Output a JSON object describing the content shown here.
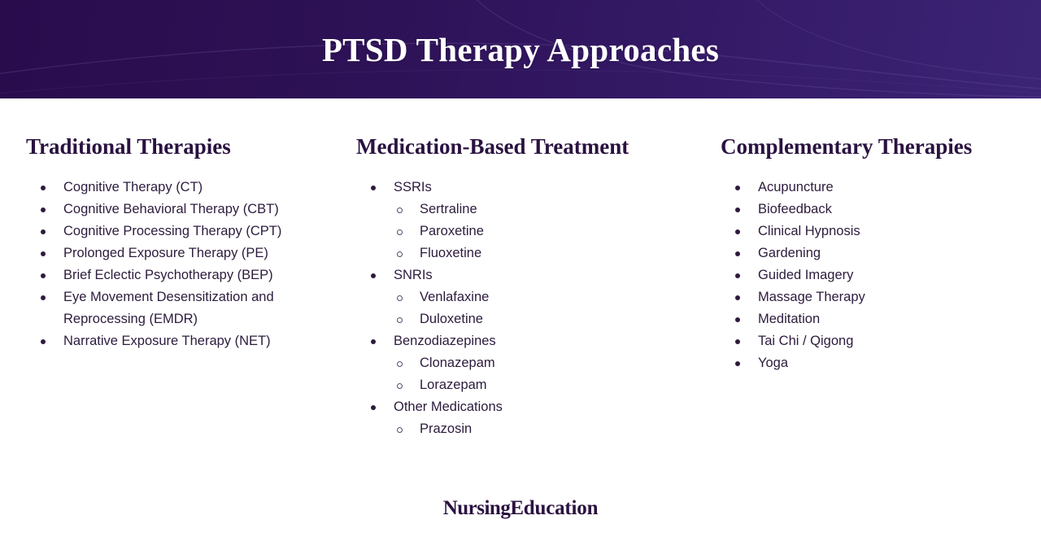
{
  "header": {
    "title": "PTSD Therapy Approaches",
    "background_gradient_start": "#280c4c",
    "background_gradient_end": "#3c2475",
    "title_color": "#ffffff"
  },
  "theme": {
    "heading_color": "#2a1240",
    "body_text_color": "#2d1b3d",
    "page_background": "#ffffff",
    "bullet_level1_color": "#2d1b3d",
    "bullet_level2_color": "#5b4670"
  },
  "columns": [
    {
      "heading": "Traditional Therapies",
      "items": [
        {
          "label": "Cognitive Therapy (CT)"
        },
        {
          "label": "Cognitive Behavioral Therapy (CBT)"
        },
        {
          "label": "Cognitive Processing Therapy (CPT)"
        },
        {
          "label": "Prolonged Exposure Therapy (PE)"
        },
        {
          "label": "Brief Eclectic Psychotherapy (BEP)"
        },
        {
          "label": "Eye Movement Desensitization and Reprocessing (EMDR)"
        },
        {
          "label": "Narrative Exposure Therapy (NET)"
        }
      ]
    },
    {
      "heading": "Medication-Based Treatment",
      "items": [
        {
          "label": "SSRIs",
          "children": [
            {
              "label": "Sertraline"
            },
            {
              "label": "Paroxetine"
            },
            {
              "label": "Fluoxetine"
            }
          ]
        },
        {
          "label": "SNRIs",
          "children": [
            {
              "label": "Venlafaxine"
            },
            {
              "label": "Duloxetine"
            }
          ]
        },
        {
          "label": "Benzodiazepines",
          "children": [
            {
              "label": "Clonazepam"
            },
            {
              "label": "Lorazepam"
            }
          ]
        },
        {
          "label": "Other Medications",
          "children": [
            {
              "label": "Prazosin"
            }
          ]
        }
      ]
    },
    {
      "heading": "Complementary Therapies",
      "items": [
        {
          "label": "Acupuncture"
        },
        {
          "label": "Biofeedback"
        },
        {
          "label": "Clinical Hypnosis"
        },
        {
          "label": "Gardening"
        },
        {
          "label": "Guided Imagery"
        },
        {
          "label": "Massage Therapy"
        },
        {
          "label": "Meditation"
        },
        {
          "label": "Tai Chi / Qigong"
        },
        {
          "label": "Yoga"
        }
      ]
    }
  ],
  "footer": {
    "brand_part_1": "Nursing",
    "brand_part_2": "Education"
  }
}
